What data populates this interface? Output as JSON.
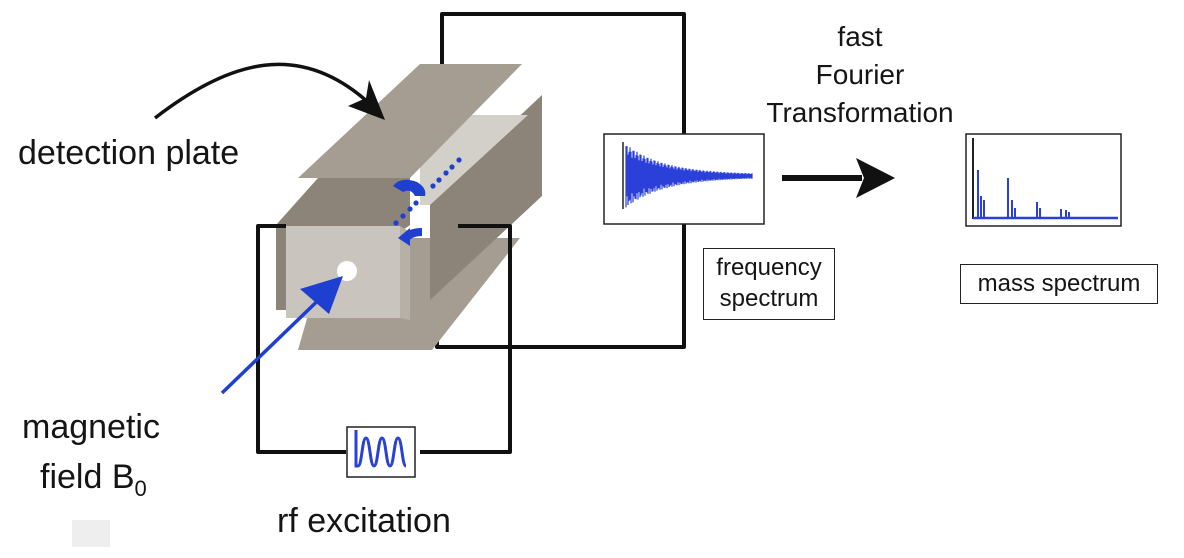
{
  "title": "FT-ICR mass spectrometer cell schematic",
  "labels": {
    "detection_plate": "detection plate",
    "magnetic_field_main": "magnetic",
    "magnetic_field_second": "field B",
    "magnetic_field_subscript": "0",
    "rf_excitation": "rf excitation",
    "fft_line1": "fast",
    "fft_line2": "Fourier",
    "fft_line3": "Transformation",
    "frequency_spectrum_line1": "frequency",
    "frequency_spectrum_line2": "spectrum",
    "mass_spectrum": "mass spectrum"
  },
  "colors": {
    "plate_top": "#a59d92",
    "plate_side_dark": "#8c8478",
    "plate_front_light": "#c9c4bd",
    "plate_back_light": "#d3cfc9",
    "ion_blue": "#1f3fd0",
    "signal_blue": "#2a40d8",
    "wire": "#111111"
  }
}
